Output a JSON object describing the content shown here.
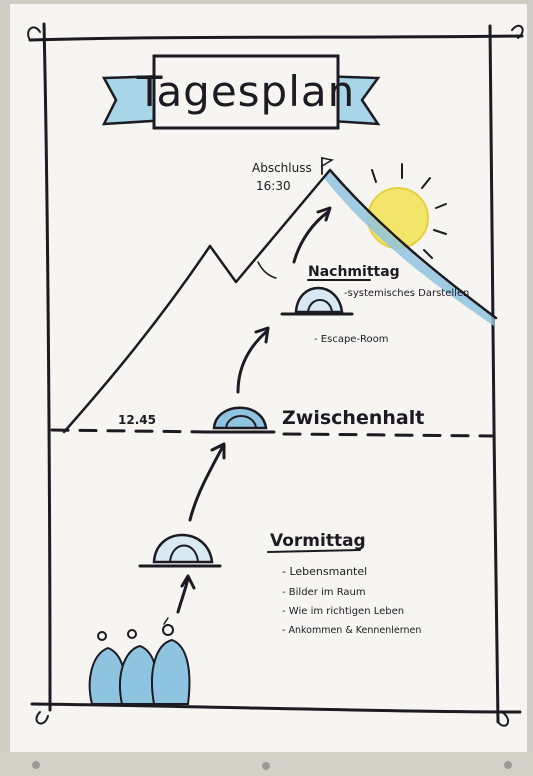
{
  "title": "Tagesplan",
  "summit": {
    "label": "Abschluss",
    "time": "16:30"
  },
  "afternoon": {
    "heading": "Nachmittag",
    "items": [
      "-systemisches Darstellen",
      "- Escape-Room"
    ]
  },
  "stopover": {
    "time": "12.45",
    "label": "Zwischenhalt"
  },
  "morning": {
    "heading": "Vormittag",
    "items": [
      "- Lebensmantel",
      "- Bilder im Raum",
      "- Wie im richtigen Leben",
      "- Ankommen & Kennenlernen"
    ]
  },
  "colors": {
    "paper": "#f6f5f1",
    "ink": "#1c1a22",
    "blue": "#8fc4e0",
    "banner_blue": "#a9d5e8",
    "sun": "#f3e46a"
  }
}
